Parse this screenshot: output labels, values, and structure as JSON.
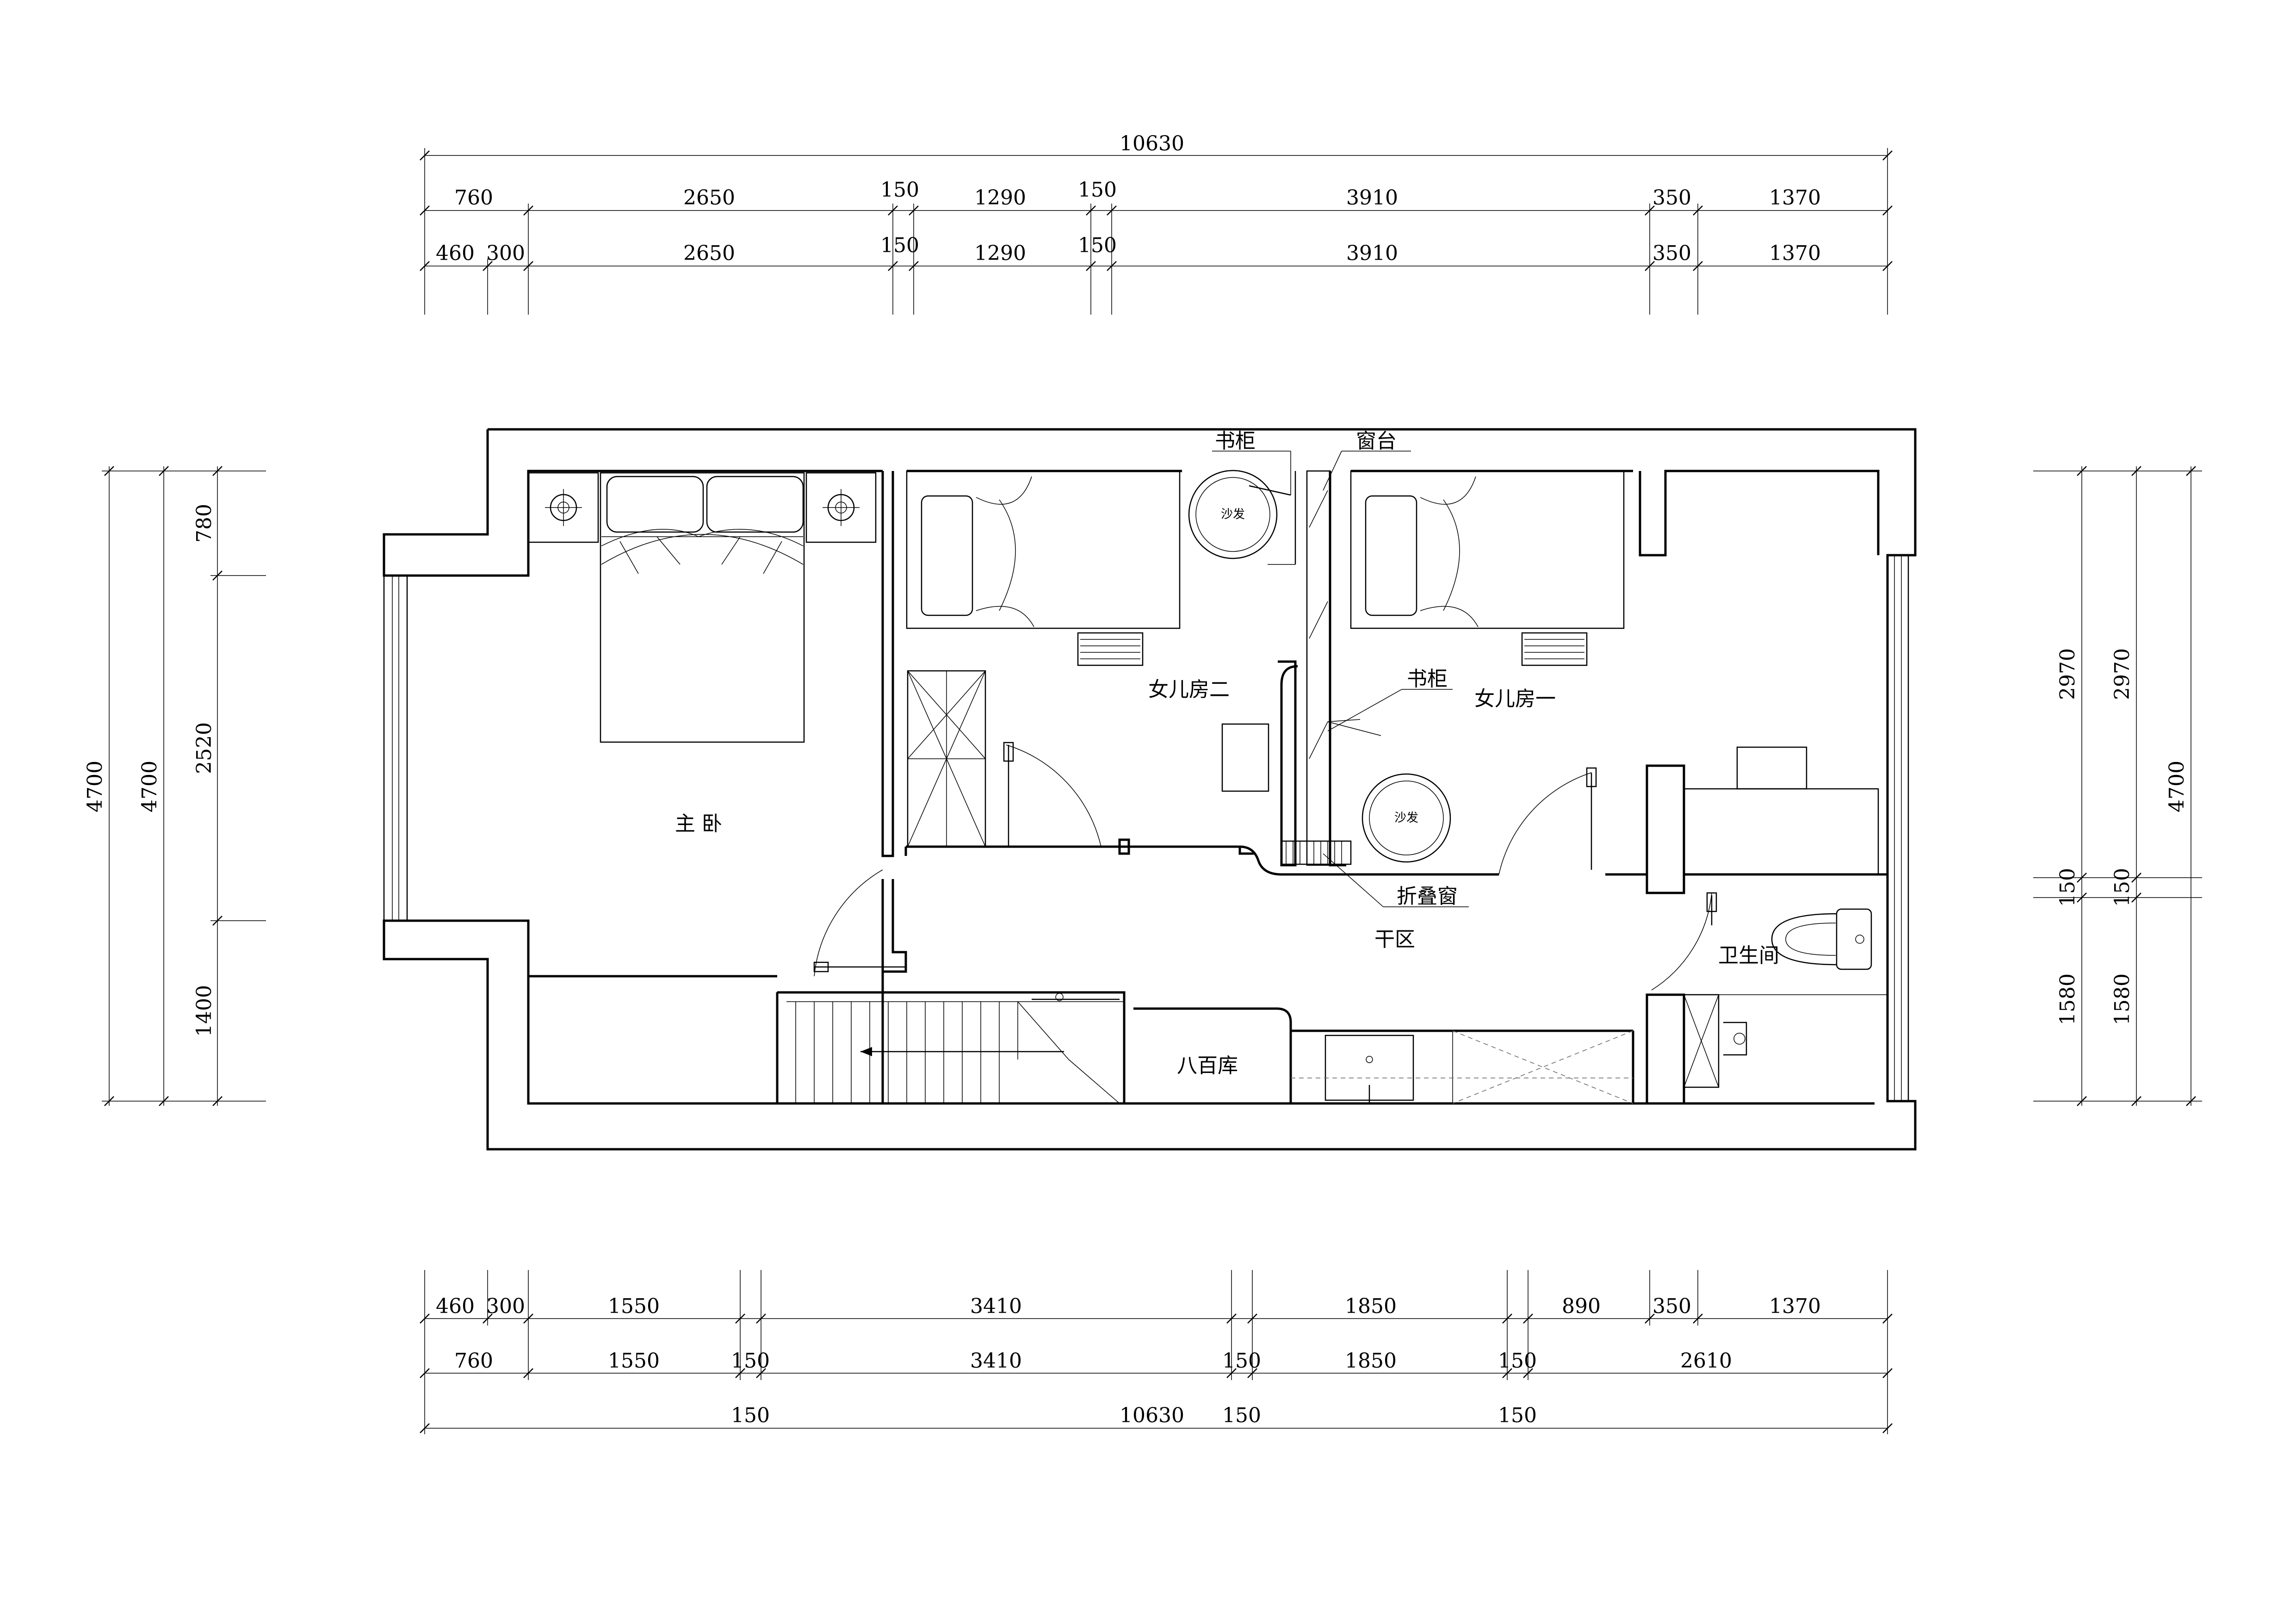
{
  "top_dimensions": {
    "total": "10630",
    "row1": [
      "760",
      "2650",
      "150",
      "1290",
      "150",
      "3910",
      "350",
      "1370"
    ],
    "row2": [
      "460",
      "300",
      "2650",
      "150",
      "1290",
      "150",
      "3910",
      "350",
      "1370"
    ]
  },
  "bottom_dimensions": {
    "row1": [
      "460",
      "300",
      "1550",
      "3410",
      "1850",
      "890",
      "350",
      "1370"
    ],
    "row2": [
      "760",
      "1550",
      "150",
      "3410",
      "150",
      "1850",
      "150",
      "2610"
    ],
    "row3": [
      "150",
      "10630",
      "150",
      "150"
    ]
  },
  "left_dimensions": {
    "outer": "4700",
    "inner": "4700",
    "parts": [
      "780",
      "2520",
      "1400"
    ]
  },
  "right_dimensions": {
    "inner_parts": [
      "2970",
      "150",
      "1580"
    ],
    "outer_parts": [
      "2970",
      "4700",
      "150",
      "1580"
    ],
    "total": "4700"
  },
  "rooms": {
    "master_bedroom": "主 卧",
    "daughter_room_2": "女儿房二",
    "daughter_room_1": "女儿房一",
    "dry_area": "干区",
    "storage": "八百库",
    "bathroom": "卫生间"
  },
  "annotations": {
    "bookcase_top": "书柜",
    "window_sill": "窗台",
    "bookcase_mid": "书柜",
    "folding_window": "折叠窗",
    "sofa_1": "沙发",
    "sofa_2": "沙发"
  }
}
